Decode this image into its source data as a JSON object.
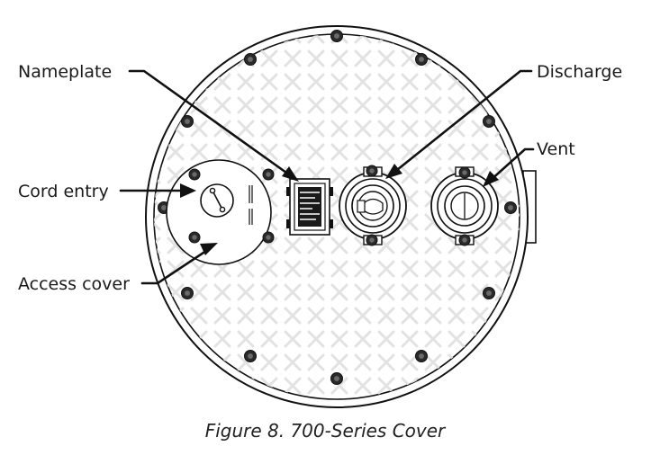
{
  "labels": {
    "nameplate": "Nameplate",
    "discharge": "Discharge",
    "vent": "Vent",
    "cord_entry": "Cord entry",
    "access_cover": "Access cover"
  },
  "caption": "Figure 8. 700-Series Cover",
  "colors": {
    "line": "#111111",
    "pattern": "#e4e4e4",
    "bolt": "#2a2a2a",
    "background": "#ffffff"
  }
}
